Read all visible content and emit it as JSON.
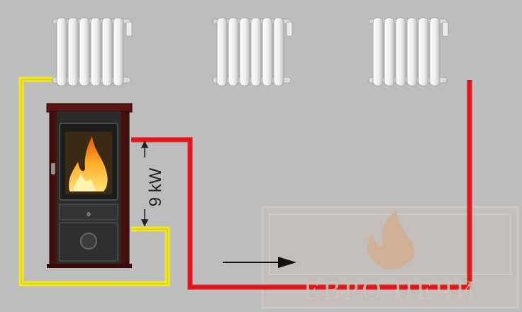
{
  "diagram": {
    "power_label": "9 kW",
    "watermark_text": "ЕВРО ПЕЧИ",
    "colors": {
      "background": "#bdbdbd",
      "pipe_return": "#f4e71e",
      "pipe_hot": "#e8191c",
      "pipe_mid": "#e68a2e",
      "stove_body": "#5e1a18",
      "watermark": "#cfc5b8"
    },
    "components": [
      "radiator",
      "radiator",
      "radiator",
      "stove",
      "flow-arrow",
      "power-dimension-arrow"
    ]
  }
}
